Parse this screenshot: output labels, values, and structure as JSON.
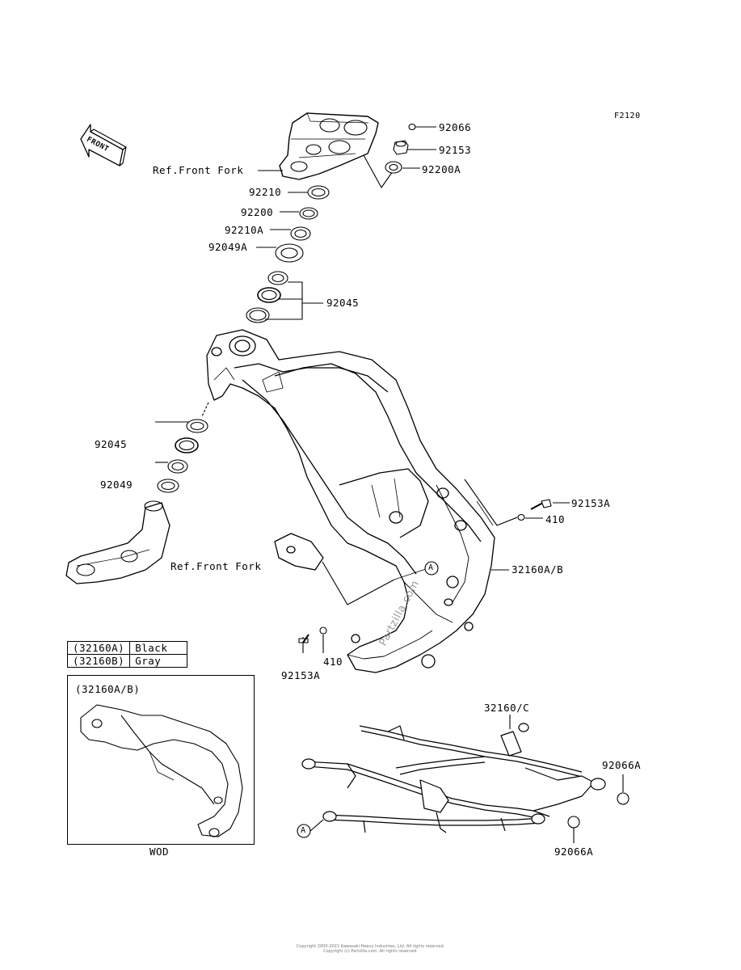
{
  "figure_code": "F2120",
  "front_indicator": "FRONT",
  "callout_labels": {
    "p92066_top": "92066",
    "p92153_top": "92153",
    "p92200A": "92200A",
    "ref_front_fork_top": "Ref.Front Fork",
    "p92210": "92210",
    "p92200": "92200",
    "p92210A": "92210A",
    "p92049A": "92049A",
    "p92045_upper": "92045",
    "p92045_lower": "92045",
    "p92049": "92049",
    "p92153A_right": "92153A",
    "p410_right": "410",
    "ref_front_fork_bottom": "Ref.Front Fork",
    "p32160AB": "32160A/B",
    "marker_A_main": "A",
    "p410_bottom": "410",
    "p92153A_bottom": "92153A",
    "p32160C": "32160/C",
    "p92066A_right": "92066A",
    "p92066A_bottom": "92066A",
    "marker_A_subframe": "A"
  },
  "color_table": [
    {
      "code": "(32160A)",
      "color": "Black"
    },
    {
      "code": "(32160B)",
      "color": "Gray"
    }
  ],
  "inset": {
    "title": "(32160A/B)",
    "caption": "WOD"
  },
  "watermark": "Partzilla.com",
  "footer": {
    "line1": "Copyright 2000-2021 Kawasaki Heavy Industries, Ltd. All rights reserved.",
    "line2": "Copyright (c) Partzilla.com. All rights reserved."
  },
  "colors": {
    "ink": "#000000",
    "background": "#ffffff"
  }
}
